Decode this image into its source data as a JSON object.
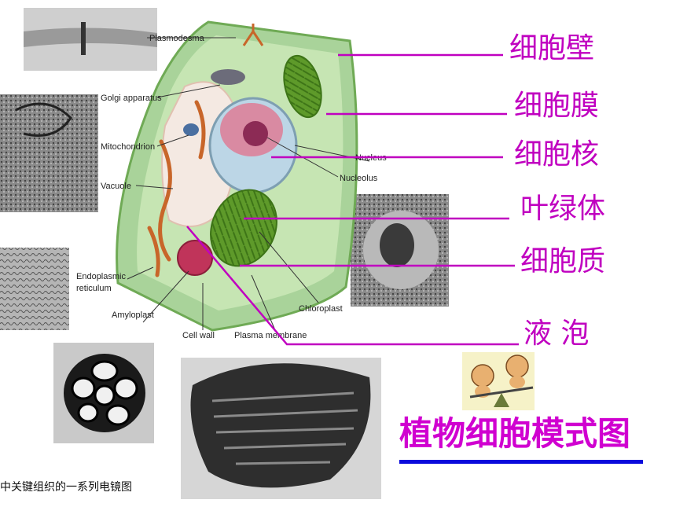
{
  "labels_zh": [
    "细胞壁",
    "细胞膜",
    "细胞核",
    "叶绿体",
    "细胞质",
    "液 泡"
  ],
  "title": "植物细胞模式图",
  "caption": "中关键组织的一系列电镜图",
  "labels_en": {
    "plasmodesma": "Plasmodesma",
    "golgi": "Golgi apparatus",
    "mitochondrion": "Mitochondrion",
    "vacuole": "Vacuole",
    "nucleus": "Nucleus",
    "nucleolus": "Nucleolus",
    "er_1": "Endoplasmic",
    "er_2": "reticulum",
    "amyloplast": "Amyloplast",
    "chloroplast": "Chloroplast",
    "cell_wall": "Cell wall",
    "plasma_membrane": "Plasma membrane"
  },
  "colors": {
    "label_text": "#c000c0",
    "pointer_line": "#c000c0",
    "title_rule": "#0a0adc"
  }
}
